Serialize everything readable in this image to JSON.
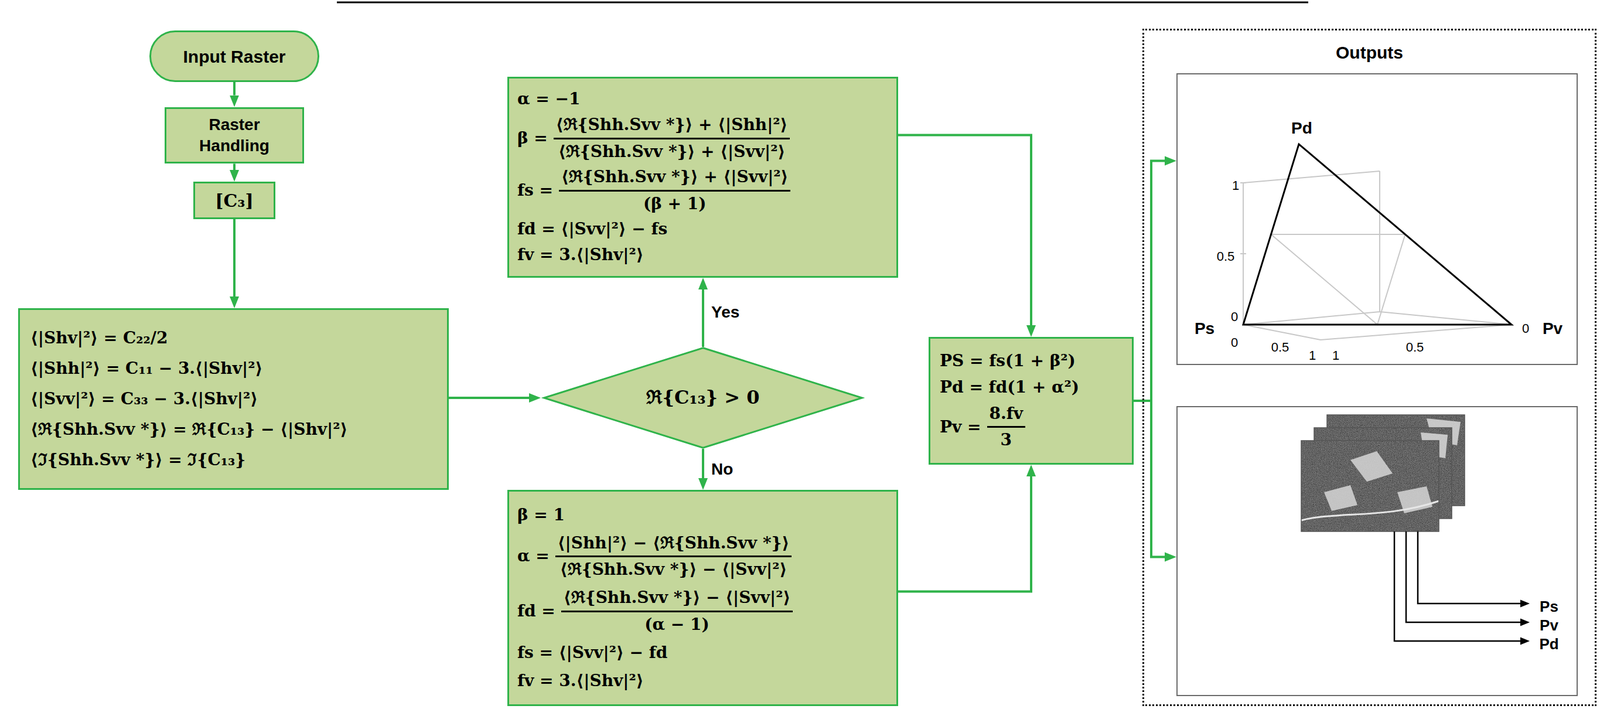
{
  "diagram": {
    "nodes": [
      {
        "text": [
          "Input Raster"
        ]
      },
      {
        "text": [
          "Raster Handling"
        ]
      },
      {
        "text": [
          "[C₃]"
        ]
      },
      {
        "text": [
          "⟨|Shv|²⟩ = C₂₂/2",
          "⟨|Shh|²⟩ = C₁₁ − 3.⟨|Shv|²⟩",
          "⟨|Svv|²⟩ = C₃₃ − 3.⟨|Shv|²⟩",
          "⟨ℜ{Shh.Svv *}⟩ = ℜ{C₁₃} − ⟨|Shv|²⟩",
          "⟨ℑ{Shh.Svv *}⟩ = ℑ{C₁₃}"
        ]
      },
      {
        "text": [
          "ℜ{C₁₃} > 0"
        ]
      },
      {
        "text": [
          "α = −1",
          "β =",
          "⟨ℜ{Shh.Svv *}⟩ + ⟨|Shh|²⟩",
          "⟨ℜ{Shh.Svv *}⟩ + ⟨|Svv|²⟩",
          "fs =",
          "⟨ℜ{Shh.Svv *}⟩ + ⟨|Svv|²⟩",
          "(β + 1)",
          "fd = ⟨|Svv|²⟩ − fs",
          "fv = 3.⟨|Shv|²⟩"
        ]
      },
      {
        "text": [
          "β = 1",
          "α =",
          "⟨|Shh|²⟩ − ⟨ℜ{Shh.Svv *}⟩",
          "⟨ℜ{Shh.Svv *}⟩ − ⟨|Svv|²⟩",
          "fd =",
          "⟨ℜ{Shh.Svv *}⟩ − ⟨|Svv|²⟩",
          "(α − 1)",
          "fs = ⟨|Svv|²⟩ − fd",
          "fv = 3.⟨|Shv|²⟩"
        ]
      },
      {
        "text": [
          "PS = fs(1 + β²)",
          "Pd = fd(1 + α²)",
          "Pv =",
          "8.fv",
          "3"
        ]
      },
      {
        "text": [
          "Outputs"
        ]
      },
      {
        "text": [
          "Pd",
          "1",
          "0.5",
          "Ps",
          "0",
          "0",
          "0.5",
          "1",
          "1",
          "0.5",
          "0",
          "Pv"
        ],
        "in": 8
      },
      {
        "text": [
          "Ps",
          "Pv",
          "Pd"
        ],
        "in": 8
      }
    ],
    "edges": [
      {
        "from": 0,
        "to": 1,
        "arrow": "to"
      },
      {
        "from": 1,
        "to": 2,
        "arrow": "to"
      },
      {
        "from": 2,
        "to": 3,
        "arrow": "to"
      },
      {
        "from": 3,
        "to": 4,
        "arrow": "to"
      },
      {
        "from": 4,
        "to": 5,
        "label": "Yes",
        "arrow": "to"
      },
      {
        "from": 4,
        "to": 6,
        "label": "No",
        "arrow": "to"
      },
      {
        "from": 5,
        "to": 7,
        "arrow": "to"
      },
      {
        "from": 6,
        "to": 7,
        "arrow": "to"
      },
      {
        "from": 7,
        "to": 9,
        "arrow": "to"
      },
      {
        "from": 7,
        "to": 10,
        "arrow": "to"
      }
    ]
  }
}
